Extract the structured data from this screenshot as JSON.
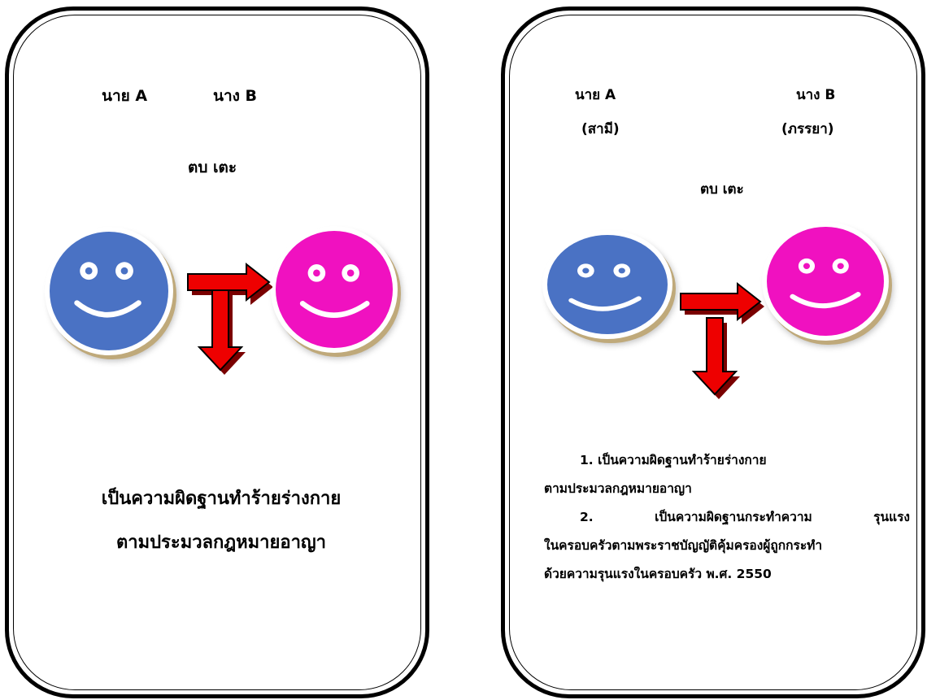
{
  "left_panel": {
    "person_a": "นาย A",
    "person_b": "นาง B",
    "action": "ตบ เตะ",
    "conclusion_lines": [
      "เป็นความผิดฐานทำร้ายร่างกาย",
      "ตามประมวลกฎหมายอาญา"
    ]
  },
  "right_panel": {
    "person_a": "นาย A",
    "person_a_role": "(สามี)",
    "person_b": "นาง B",
    "person_b_role": "(ภรรยา)",
    "action": "ตบ เตะ",
    "statute_lines": [
      "1. เป็นความผิดฐานทำร้ายร่างกาย",
      "ตามประมวลกฎหมายอาญา",
      "2. เป็นความผิดฐานกระทำความ       รุนแรง",
      "ในครอบครัวตามพระราชบัญญัติคุ้มครองผู้ถูกกระทำ",
      "ด้วยความรุนแรงในครอบครัว พ.ศ. 2550"
    ]
  },
  "colors": {
    "person_a_face": "#4a72c4",
    "person_b_face": "#f011c0",
    "arrow_fill": "#ee0000",
    "arrow_outline": "#000000"
  }
}
